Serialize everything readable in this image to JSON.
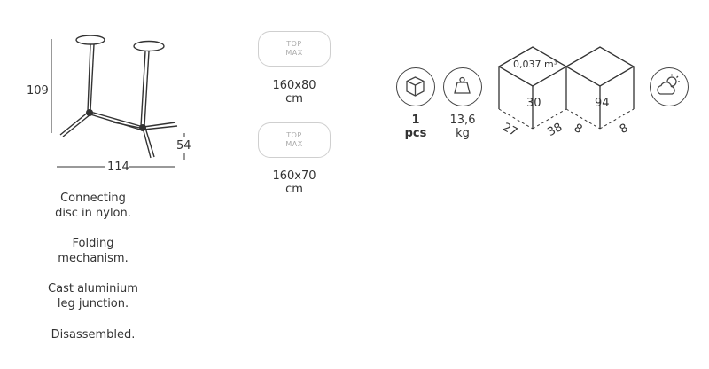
{
  "product": {
    "height": "109",
    "width": "114",
    "depth": "54"
  },
  "features": [
    {
      "line1": "Connecting",
      "line2": "disc in nylon."
    },
    {
      "line1": "Folding",
      "line2": "mechanism."
    },
    {
      "line1": "Cast aluminium",
      "line2": "leg junction."
    },
    {
      "line1": "Disassembled.",
      "line2": ""
    }
  ],
  "top_max": [
    {
      "badge_line1": "TOP",
      "badge_line2": "MAX",
      "size": "160x80",
      "unit": "cm"
    },
    {
      "badge_line1": "TOP",
      "badge_line2": "MAX",
      "size": "160x70",
      "unit": "cm"
    }
  ],
  "packaging": {
    "pieces_value": "1",
    "pieces_unit": "pcs",
    "weight_value": "13,6",
    "weight_unit": "kg",
    "volume": "0,037 m³",
    "box1": {
      "height": "30",
      "width": "27",
      "depth": "38"
    },
    "box2": {
      "height": "94",
      "width": "8",
      "depth": "8"
    }
  },
  "icons": {
    "package": "cube-icon",
    "weight": "weight-icon",
    "outdoor": "weather-icon"
  }
}
